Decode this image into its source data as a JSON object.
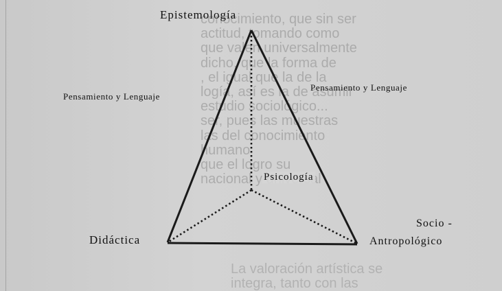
{
  "diagram": {
    "nodes": {
      "top": "Epistemología",
      "bottom_left": "Didáctica",
      "bottom_right_line1": "Socio -",
      "bottom_right_line2": "Antropológico",
      "center": "Psicología"
    },
    "edge_labels": {
      "left": "Pensamiento y Lenguaje",
      "right": "Pensamiento y Lenguaje"
    }
  },
  "background": {
    "right_column": "conocimiento, que sin ser\nactitud, tomando como\nque valen universalmente\ndicho, que la forma de\n, el igual que la de la\nlogía, así es la de asumir\nestudio sociológico...\nser, pues las muestras\nlas del conocimiento\nhumano\nque el logro su\nnacional y universal",
    "bottom": "La valoración artística se\nintegra, tanto con las"
  }
}
